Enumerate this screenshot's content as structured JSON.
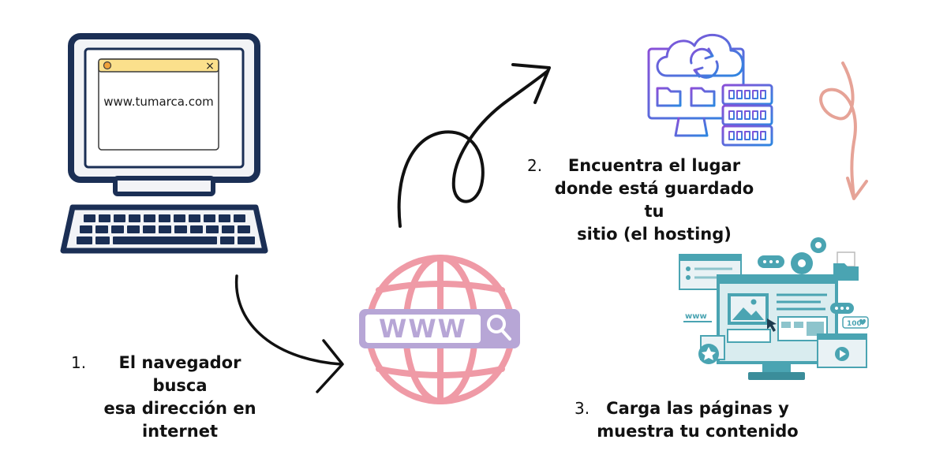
{
  "browser": {
    "url": "www.tumarca.com",
    "close_glyph": "×"
  },
  "search_bar": {
    "text": "WWW"
  },
  "steps": [
    {
      "number": "1.",
      "line1": "El navegador busca",
      "line2": "esa dirección en",
      "line3": "internet"
    },
    {
      "number": "2.",
      "line1": "Encuentra el lugar",
      "line2": "donde está guardado tu",
      "line3": "sitio (el hosting)"
    },
    {
      "number": "3.",
      "line1": "Carga las páginas y",
      "line2": "muestra tu contenido"
    }
  ],
  "illustrations": {
    "web_banner": "www",
    "likes_badge": "100"
  },
  "colors": {
    "computer_outline": "#1b2f55",
    "computer_fill": "#f2f3f6",
    "globe": "#ef9aa6",
    "search_bar": "#b7a6d6",
    "server_gradient_start": "#7b4fd8",
    "server_gradient_end": "#2f7fe0",
    "teal": "#4aa4b2",
    "arrow_pink": "#e6a397",
    "arrow_black": "#111111"
  }
}
